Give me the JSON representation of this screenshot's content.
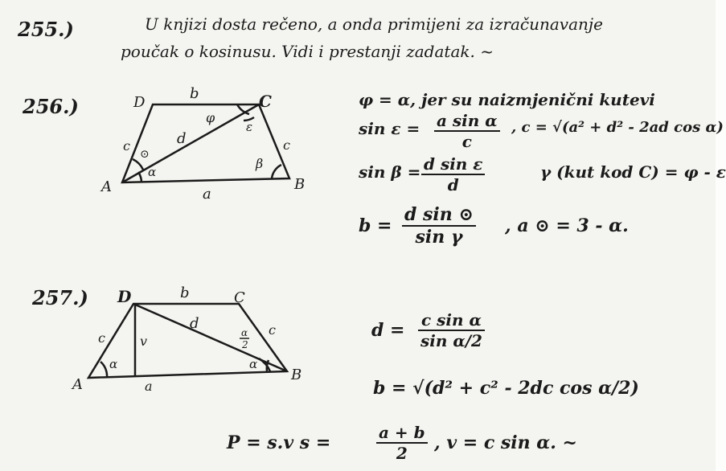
{
  "problem_255": {
    "number": "255.)",
    "line1": "U knjizi dosta rečeno, a onda primijeni za izračunavanje",
    "line2": "poučak o kosinusu. Vidi i prestanji zadatak. ~"
  },
  "problem_256": {
    "number": "256.)",
    "fig": {
      "D": "D",
      "C": "C",
      "A": "A",
      "B": "B",
      "b": "b",
      "a": "a",
      "c_left": "c",
      "c_right": "c",
      "d": "d",
      "phi": "φ",
      "eps": "ε",
      "beta": "β",
      "alpha": "α",
      "theta": "⊙"
    },
    "eq1": "φ = α, jer su naizmjenični kutevi",
    "eq2_lhs": "sin ε =",
    "eq2_num": "a sin α",
    "eq2_den": "c",
    "eq2_rhs": ", c = √(a² + d² - 2ad cos α)",
    "eq3_lhs": "sin β =",
    "eq3_num": "d sin ε",
    "eq3_den": "d",
    "eq3_rhs": "γ (kut kod C) = φ - ε",
    "eq4_lhs": "b =",
    "eq4_num": "d sin ⊙",
    "eq4_den": "sin γ",
    "eq4_rhs": ", a ⊙ = 3 - α."
  },
  "problem_257": {
    "number": "257.)",
    "fig": {
      "D": "D",
      "C": "C",
      "A": "A",
      "B": "B",
      "b": "b",
      "a": "a",
      "c_left": "c",
      "c_right": "c",
      "d": "d",
      "v": "v",
      "alpha_left": "α",
      "alpha_right": "α",
      "half_num": "α",
      "half_den": "2"
    },
    "eq1_lhs": "d =",
    "eq1_num": "c sin α",
    "eq1_den": "sin α/2",
    "eq2": "b = √(d² + c² - 2dc cos α/2)",
    "eq3_lhs": "P = s.v   s =",
    "eq3_num": "a + b",
    "eq3_den": "2",
    "eq3_rhs": ", v = c sin α. ~"
  }
}
